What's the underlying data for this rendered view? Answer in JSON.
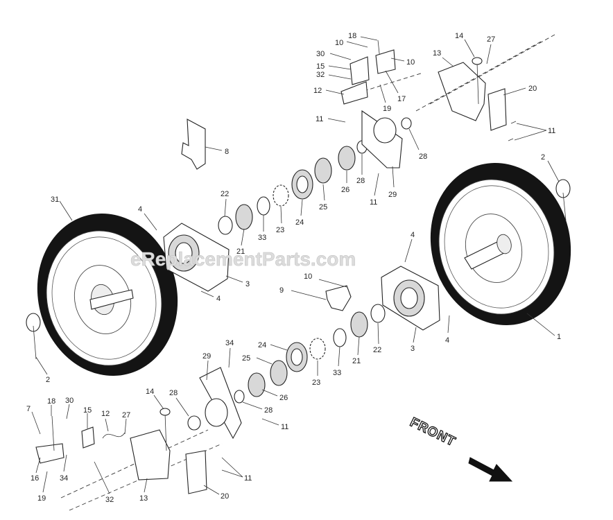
{
  "watermark": "eReplacementParts.com",
  "direction_label": "FRONT",
  "callouts": [
    {
      "key": "c1",
      "label": "1"
    },
    {
      "key": "c2a",
      "label": "2"
    },
    {
      "key": "c2b",
      "label": "2"
    },
    {
      "key": "c3a",
      "label": "3"
    },
    {
      "key": "c3b",
      "label": "3"
    },
    {
      "key": "c4a",
      "label": "4"
    },
    {
      "key": "c4b",
      "label": "4"
    },
    {
      "key": "c4c",
      "label": "4"
    },
    {
      "key": "c4d",
      "label": "4"
    },
    {
      "key": "c7",
      "label": "7"
    },
    {
      "key": "c8",
      "label": "8"
    },
    {
      "key": "c9",
      "label": "9"
    },
    {
      "key": "c10a",
      "label": "10"
    },
    {
      "key": "c10b",
      "label": "10"
    },
    {
      "key": "c10c",
      "label": "10"
    },
    {
      "key": "c11a",
      "label": "11"
    },
    {
      "key": "c11b",
      "label": "11"
    },
    {
      "key": "c11c",
      "label": "11"
    },
    {
      "key": "c11d",
      "label": "11"
    },
    {
      "key": "c11e",
      "label": "11"
    },
    {
      "key": "c12a",
      "label": "12"
    },
    {
      "key": "c12b",
      "label": "12"
    },
    {
      "key": "c13a",
      "label": "13"
    },
    {
      "key": "c13b",
      "label": "13"
    },
    {
      "key": "c14a",
      "label": "14"
    },
    {
      "key": "c14b",
      "label": "14"
    },
    {
      "key": "c15a",
      "label": "15"
    },
    {
      "key": "c15b",
      "label": "15"
    },
    {
      "key": "c16",
      "label": "16"
    },
    {
      "key": "c17",
      "label": "17"
    },
    {
      "key": "c18a",
      "label": "18"
    },
    {
      "key": "c18b",
      "label": "18"
    },
    {
      "key": "c19a",
      "label": "19"
    },
    {
      "key": "c19b",
      "label": "19"
    },
    {
      "key": "c20a",
      "label": "20"
    },
    {
      "key": "c20b",
      "label": "20"
    },
    {
      "key": "c21a",
      "label": "21"
    },
    {
      "key": "c21b",
      "label": "21"
    },
    {
      "key": "c22a",
      "label": "22"
    },
    {
      "key": "c22b",
      "label": "22"
    },
    {
      "key": "c23a",
      "label": "23"
    },
    {
      "key": "c23b",
      "label": "23"
    },
    {
      "key": "c24a",
      "label": "24"
    },
    {
      "key": "c24b",
      "label": "24"
    },
    {
      "key": "c25a",
      "label": "25"
    },
    {
      "key": "c25b",
      "label": "25"
    },
    {
      "key": "c26a",
      "label": "26"
    },
    {
      "key": "c26b",
      "label": "26"
    },
    {
      "key": "c27a",
      "label": "27"
    },
    {
      "key": "c27b",
      "label": "27"
    },
    {
      "key": "c28a",
      "label": "28"
    },
    {
      "key": "c28b",
      "label": "28"
    },
    {
      "key": "c28c",
      "label": "28"
    },
    {
      "key": "c28d",
      "label": "28"
    },
    {
      "key": "c29a",
      "label": "29"
    },
    {
      "key": "c29b",
      "label": "29"
    },
    {
      "key": "c30a",
      "label": "30"
    },
    {
      "key": "c30b",
      "label": "30"
    },
    {
      "key": "c31",
      "label": "31"
    },
    {
      "key": "c32a",
      "label": "32"
    },
    {
      "key": "c32b",
      "label": "32"
    },
    {
      "key": "c33a",
      "label": "33"
    },
    {
      "key": "c33b",
      "label": "33"
    },
    {
      "key": "c34a",
      "label": "34"
    },
    {
      "key": "c34b",
      "label": "34"
    }
  ]
}
